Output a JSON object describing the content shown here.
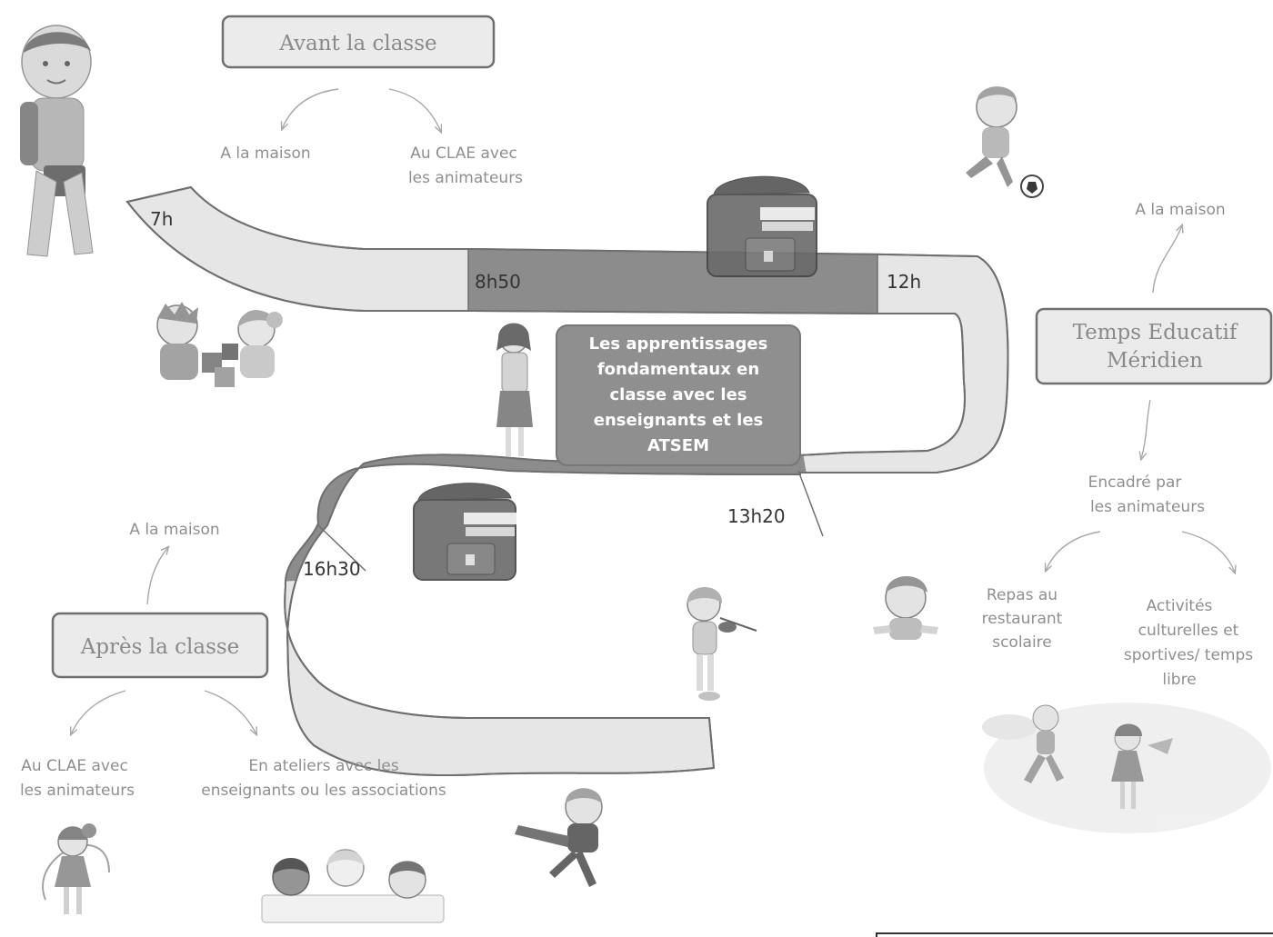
{
  "boxes": {
    "avant": "Avant la classe",
    "apres": "Après la classe",
    "temps_line1": "Temps Educatif",
    "temps_line2": "Méridien",
    "center_lines": [
      "Les apprentissages",
      "fondamentaux en",
      "classe avec les",
      "enseignants et les",
      "ATSEM"
    ]
  },
  "labels": {
    "avant_maison": "A la maison",
    "avant_clae_line1": "Au CLAE avec",
    "avant_clae_line2": "les animateurs",
    "midi_maison": "A la maison",
    "encadre_line1": "Encadré par",
    "encadre_line2": "les animateurs",
    "repas_line1": "Repas au",
    "repas_line2": "restaurant",
    "repas_line3": "scolaire",
    "activites_line1": "Activités",
    "activites_line2": "culturelles et",
    "activites_line3": "sportives/ temps",
    "activites_line4": "libre",
    "apres_maison": "A la maison",
    "apres_clae_line1": "Au CLAE avec",
    "apres_clae_line2": "les animateurs",
    "ateliers_line1": "En ateliers avec les",
    "ateliers_line2": "enseignants ou les associations"
  },
  "times": {
    "t1": "7h",
    "t2": "8h50",
    "t3": "12h",
    "t4": "13h20",
    "t5": "16h30"
  },
  "colors": {
    "path_light": "#e6e6e6",
    "path_dark": "#8c8c8c",
    "box_fill": "#ebebeb",
    "box_stroke": "#6f6f6f",
    "center_fill": "#8f8f8f"
  },
  "illustrations": {
    "boy_backpack": "boy-with-backpack",
    "kids_blocks": "kids-playing-blocks",
    "girl_soccer": "girl-playing-soccer",
    "teacher": "teacher",
    "satchel_1": "school-satchel",
    "satchel_2": "school-satchel",
    "girl_violin": "girl-playing-violin",
    "boy_waving": "boy-waving",
    "kids_park": "kids-playing-in-park",
    "boy_karate": "boy-karate-kick",
    "girl_rope": "girl-jumping-rope",
    "kids_drawing": "kids-drawing"
  }
}
